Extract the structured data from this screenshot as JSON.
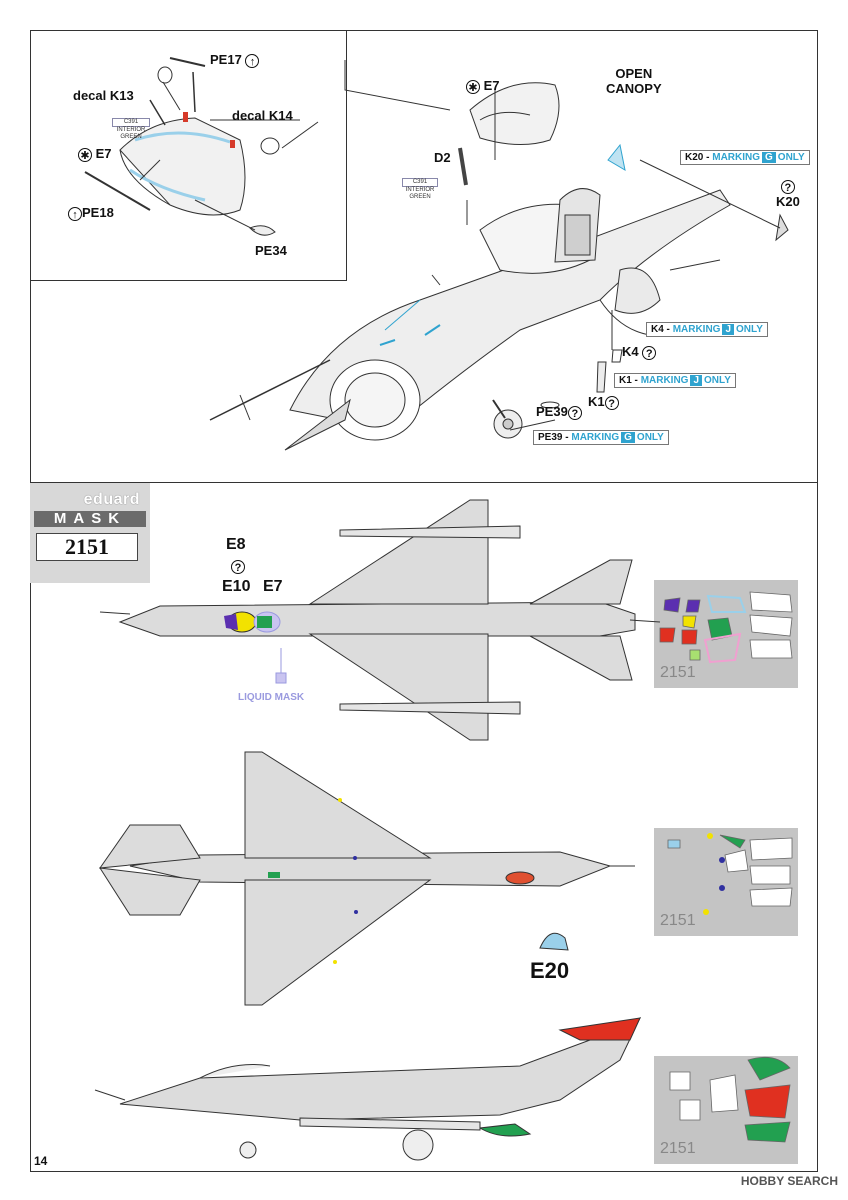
{
  "page": {
    "number": "14",
    "watermark": "HOBBY SEARCH"
  },
  "inset": {
    "pe17": "PE17",
    "decal_k13": "decal K13",
    "decal_k14": "decal K14",
    "e7": "E7",
    "pe18": "PE18",
    "pe34": "PE34",
    "paint_code": "C391",
    "paint_name": "INTERIOR GREEN"
  },
  "top": {
    "e7": "E7",
    "open_canopy_1": "OPEN",
    "open_canopy_2": "CANOPY",
    "d2": "D2",
    "paint_code": "C391",
    "paint_name": "INTERIOR GREEN",
    "k20": "K20",
    "k4": "K4",
    "k1": "K1",
    "pe39": "PE39"
  },
  "notes": {
    "k20": {
      "part": "K20 -",
      "word": "MARKING",
      "letter": "G",
      "tail": "ONLY"
    },
    "k4": {
      "part": "K4 -",
      "word": "MARKING",
      "letter": "J",
      "tail": "ONLY"
    },
    "k1": {
      "part": "K1 -",
      "word": "MARKING",
      "letter": "J",
      "tail": "ONLY"
    },
    "pe39": {
      "part": "PE39 -",
      "word": "MARKING",
      "letter": "G",
      "tail": "ONLY"
    }
  },
  "mask": {
    "brand": "eduard",
    "word": "MASK",
    "number": "2151",
    "e8": "E8",
    "e10": "E10",
    "e7": "E7",
    "liquid": "LIQUID MASK",
    "e20": "E20",
    "sheet_number": "2151"
  },
  "colors": {
    "accent": "#2fa3cf",
    "mask_yellow": "#f2e200",
    "mask_purple": "#5b2fb0",
    "mask_red": "#e03020",
    "mask_green": "#22a050",
    "aircraft_grey": "#d9d9d9",
    "liquid_mask": "#9a9adf"
  }
}
